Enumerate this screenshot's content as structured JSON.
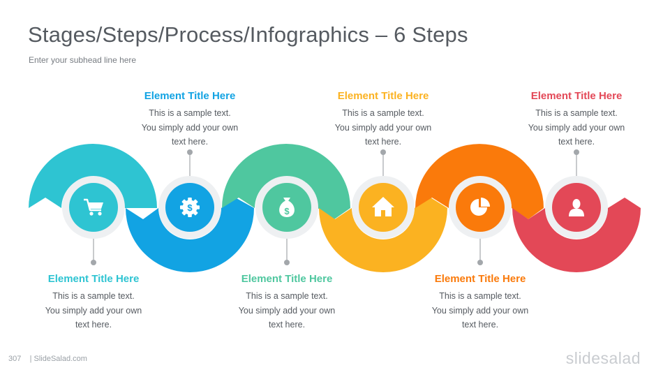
{
  "title": "Stages/Steps/Process/Infographics – 6 Steps",
  "subhead": "Enter your subhead  line here",
  "steps": [
    {
      "title": "Element Title Here",
      "line1": "This is a sample text.",
      "line2": "You simply add your own",
      "line3": "text here.",
      "color": "#2ec4d2",
      "icon": "shopping-cart-icon"
    },
    {
      "title": "Element Title Here",
      "line1": "This is a sample text.",
      "line2": "You simply add your own",
      "line3": "text here.",
      "color": "#12a3e3",
      "icon": "gear-dollar-icon"
    },
    {
      "title": "Element Title Here",
      "line1": "This is a sample text.",
      "line2": "You simply add your own",
      "line3": "text here.",
      "color": "#4fc79f",
      "icon": "money-bag-icon"
    },
    {
      "title": "Element Title Here",
      "line1": "This is a sample text.",
      "line2": "You simply add your own",
      "line3": "text here.",
      "color": "#fbb221",
      "icon": "home-icon"
    },
    {
      "title": "Element Title Here",
      "line1": "This is a sample text.",
      "line2": "You simply add your own",
      "line3": "text here.",
      "color": "#fa7a0b",
      "icon": "pie-chart-icon"
    },
    {
      "title": "Element Title Here",
      "line1": "This is a sample text.",
      "line2": "You simply add your own",
      "line3": "text here.",
      "color": "#e34857",
      "icon": "user-icon"
    }
  ],
  "footer": {
    "page_number": "307",
    "site": "| SlideSalad.com"
  },
  "brand": "slidesalad"
}
